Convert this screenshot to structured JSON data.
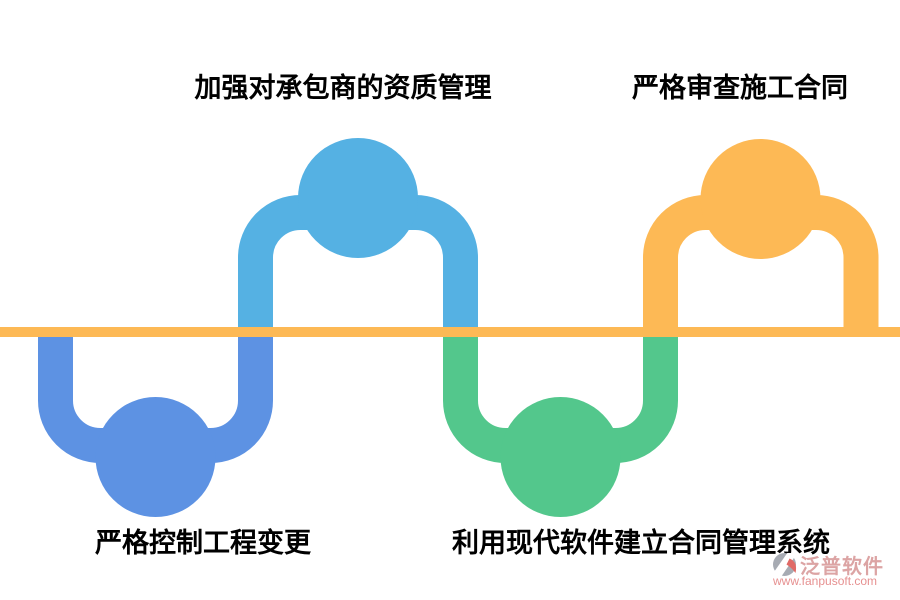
{
  "diagram": {
    "type": "alternating-wave-process",
    "axis_color": "#fdb955",
    "nodes": [
      {
        "id": "top-left",
        "label": "加强对承包商的资质管理",
        "color": "#55b1e3",
        "position": "top"
      },
      {
        "id": "top-right",
        "label": "严格审查施工合同",
        "color": "#fdb955",
        "position": "top"
      },
      {
        "id": "bottom-left",
        "label": "严格控制工程变更",
        "color": "#5d92e3",
        "position": "bottom"
      },
      {
        "id": "bottom-center",
        "label": "利用现代软件建立合同管理系统",
        "color": "#53c78c",
        "position": "bottom"
      }
    ]
  },
  "colors": {
    "sky": "#55b1e3",
    "royal": "#5d92e3",
    "green": "#53c78c",
    "orange": "#fdb955",
    "text": "#000000"
  },
  "watermark": {
    "brand": "泛普软件",
    "url": "www.fanpusoft.com",
    "brand_color": "#dca4a4",
    "url_color": "#e69090",
    "icon_gray": "#a7abb3",
    "icon_pink": "#e06a66"
  }
}
